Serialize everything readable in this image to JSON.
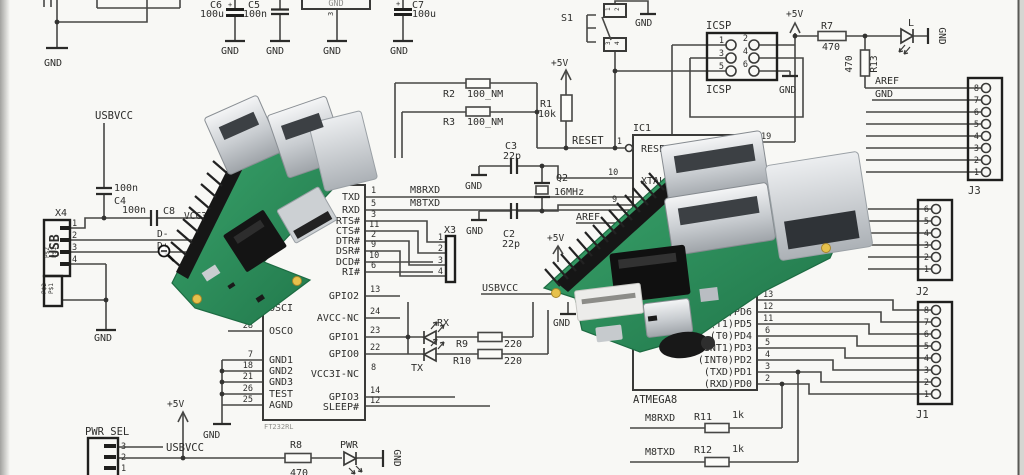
{
  "sch": {
    "corner_gnd": "GND",
    "c6": {
      "ref": "C6",
      "plus": "+",
      "val": "100u",
      "gnd": "GND"
    },
    "c5": {
      "ref": "C5",
      "val": "100n",
      "gnd": "GND"
    },
    "reg": {
      "inner": "GND",
      "pin": "3",
      "gnd": "GND"
    },
    "c7": {
      "ref": "C7",
      "plus": "+",
      "val": "100u",
      "gnd": "GND"
    },
    "usbvcc_top": "USBVCC",
    "c4": {
      "val": "100n",
      "ref": "C4"
    },
    "c8": {
      "val": "100n",
      "ref": "C8",
      "net": "VCC33"
    },
    "x4": {
      "ref": "X4",
      "name": "USB",
      "p1": "1",
      "p2": "2",
      "p3": "3",
      "p4": "4",
      "pa": "P$1",
      "pb": "P$2",
      "pc": "P$2",
      "pd": "P$1",
      "gnd": "GND",
      "dm": "D-",
      "dp": "D+"
    },
    "r2": {
      "ref": "R2",
      "val": "100_NM"
    },
    "r3": {
      "ref": "R3",
      "val": "100_NM"
    },
    "r1": {
      "v5": "+5V",
      "ref": "R1",
      "val": "10k"
    },
    "reset": "RESET",
    "s1": {
      "ref": "S1",
      "gnd": "GND",
      "a": "1",
      "b": "2",
      "c": "3",
      "d": "4"
    },
    "icsp": {
      "top": "ICSP",
      "bot": "ICSP",
      "p": [
        "1",
        "2",
        "3",
        "4",
        "5",
        "6"
      ],
      "gnd": "GND"
    },
    "v5_main": "+5V",
    "r7": {
      "ref": "R7",
      "val": "470"
    },
    "lled": {
      "ref": "L",
      "gnd": "GND"
    },
    "r13": {
      "val": "470",
      "ref": "R13"
    },
    "ic1": {
      "ref": "IC1",
      "reset": "RESET",
      "p1": "1",
      "p10": "10",
      "xtal2": "XTAL2",
      "p9": "9",
      "p19": "19",
      "sub": "ATMEGA8",
      "pr": [
        {
          "n": "13",
          "l": ""
        },
        {
          "n": "12",
          "l": "(AIN0)PD6"
        },
        {
          "n": "11",
          "l": "(T1)PD5"
        },
        {
          "n": "6",
          "l": "(T0)PD4"
        },
        {
          "n": "5",
          "l": "(INT1)PD3"
        },
        {
          "n": "4",
          "l": "(INT0)PD2"
        },
        {
          "n": "3",
          "l": "(TXD)PD1"
        },
        {
          "n": "2",
          "l": "(RXD)PD0"
        }
      ]
    },
    "c3": {
      "ref": "C3",
      "val": "22p",
      "gnd": "GND"
    },
    "q2": {
      "ref": "Q2",
      "val": "16MHz"
    },
    "c2": {
      "ref": "C2",
      "val": "22p",
      "gnd": "GND"
    },
    "aref_mid": "AREF",
    "v5_mid": "+5V",
    "usbvcc_mid": "USBVCC",
    "gnd_mid": "GND",
    "m8rxd": "M8RXD",
    "m8txd": "M8TXD",
    "x3": {
      "ref": "X3",
      "p": [
        "1",
        "2",
        "3",
        "4"
      ]
    },
    "ft": {
      "sub": "FT232RL",
      "gnd": "GND",
      "lt": [
        {
          "n": "",
          "l": "OSCI"
        },
        {
          "n": "28",
          "l": "OSCO"
        },
        {
          "n": "7",
          "l": "GND1"
        },
        {
          "n": "18",
          "l": "GND2"
        },
        {
          "n": "21",
          "l": "GND3"
        },
        {
          "n": "26",
          "l": "TEST"
        },
        {
          "n": "25",
          "l": "AGND"
        }
      ],
      "rt": [
        {
          "n": "1",
          "l": "TXD"
        },
        {
          "n": "5",
          "l": "RXD"
        },
        {
          "n": "3",
          "l": "RTS#"
        },
        {
          "n": "11",
          "l": "CTS#"
        },
        {
          "n": "2",
          "l": "DTR#"
        },
        {
          "n": "9",
          "l": "DSR#"
        },
        {
          "n": "10",
          "l": "DCD#"
        },
        {
          "n": "6",
          "l": "RI#"
        }
      ],
      "rb": [
        {
          "n": "13",
          "l": "GPIO2"
        },
        {
          "n": "24",
          "l": "AVCC-NC"
        },
        {
          "n": "23",
          "l": "GPIO1"
        },
        {
          "n": "22",
          "l": "GPIO0"
        },
        {
          "n": "8",
          "l": "VCC3I-NC"
        },
        {
          "n": "14",
          "l": "GPIO3"
        },
        {
          "n": "12",
          "l": "SLEEP#"
        }
      ]
    },
    "rx": "RX",
    "tx": "TX",
    "r9": {
      "ref": "R9",
      "val": "220"
    },
    "r10": {
      "ref": "R10",
      "val": "220"
    },
    "j3": {
      "aref": "AREF",
      "gnd": "GND",
      "ref": "J3",
      "p": [
        "8",
        "7",
        "6",
        "5",
        "4",
        "3",
        "2",
        "1"
      ]
    },
    "j2": {
      "ref": "J2",
      "p": [
        "6",
        "5",
        "4",
        "3",
        "2",
        "1"
      ]
    },
    "j1": {
      "ref": "J1",
      "p": [
        "8",
        "7",
        "6",
        "5",
        "4",
        "3",
        "2",
        "1"
      ]
    },
    "r11": {
      "net": "M8RXD",
      "ref": "R11",
      "val": "1k"
    },
    "r12": {
      "net": "M8TXD",
      "ref": "R12",
      "val": "1k"
    },
    "pwr": {
      "sel": "PWR_SEL",
      "p3": "3",
      "p2": "2",
      "p1": "1",
      "v5": "+5V",
      "usbvcc": "USBVCC",
      "r8ref": "R8",
      "r8val": "470",
      "led": "PWR",
      "gnd": "GND"
    }
  }
}
